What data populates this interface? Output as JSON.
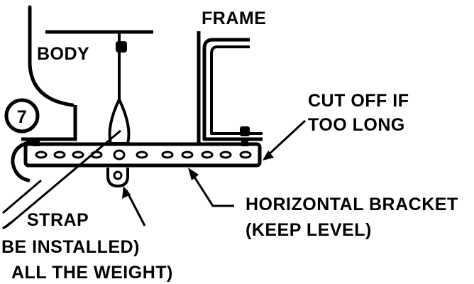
{
  "labels": {
    "frame": "FRAME",
    "body": "BODY",
    "callout_number": "7",
    "cut_off_line1": "CUT OFF IF",
    "cut_off_line2": "TOO LONG",
    "horizontal_bracket_line1": "HORIZONTAL BRACKET",
    "horizontal_bracket_line2": "(KEEP LEVEL)",
    "strap": "STRAP",
    "be_installed": "BE INSTALLED)",
    "all_the_weight": "ALL THE WEIGHT)"
  },
  "colors": {
    "ink": "#000000",
    "paper": "#ffffff"
  }
}
